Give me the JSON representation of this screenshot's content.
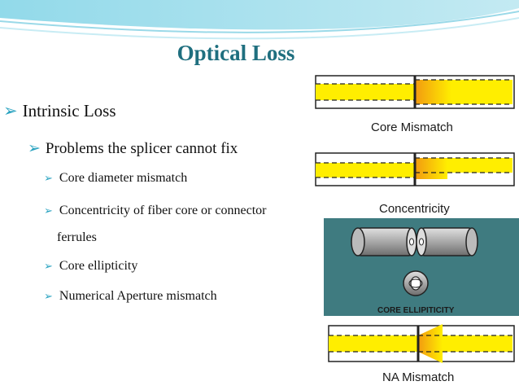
{
  "slide": {
    "title": "Optical Loss",
    "level1": "Intrinsic Loss",
    "level2": "Problems the splicer cannot fix",
    "level3": [
      "Core diameter mismatch",
      "Concentricity of fiber core or connector",
      "Core ellipticity",
      "Numerical Aperture mismatch"
    ],
    "level3_continuation": "ferrules"
  },
  "figures": {
    "core_mismatch_caption": "Core Mismatch",
    "concentricity_caption": "Concentricity",
    "ellipticity_caption": "CORE ELLIPITICITY",
    "na_mismatch_caption": "NA Mismatch"
  },
  "colors": {
    "title": "#1f6f7f",
    "bullet": "#2aa3c0",
    "core_yellow": "#ffee00",
    "core_orange": "#f29a10",
    "ellipticity_panel": "#3f7b80"
  }
}
